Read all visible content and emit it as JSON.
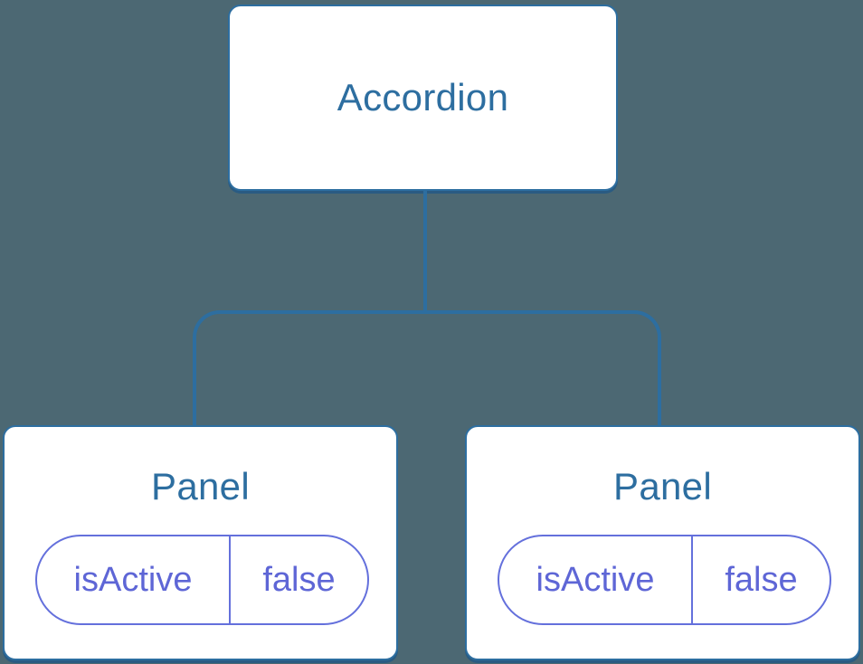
{
  "colors": {
    "background": "#4C6873",
    "node_bg": "#FFFFFF",
    "node_border": "#2D6EA0",
    "node_text": "#2D6EA0",
    "node_shadow": "#2A5B82",
    "connector": "#2D6EA0",
    "pill_border": "#6470DC",
    "pill_text": "#5E66D6"
  },
  "tree": {
    "root": {
      "label": "Accordion"
    },
    "children": [
      {
        "label": "Panel",
        "state_name": "isActive",
        "state_value": "false"
      },
      {
        "label": "Panel",
        "state_name": "isActive",
        "state_value": "false"
      }
    ]
  }
}
